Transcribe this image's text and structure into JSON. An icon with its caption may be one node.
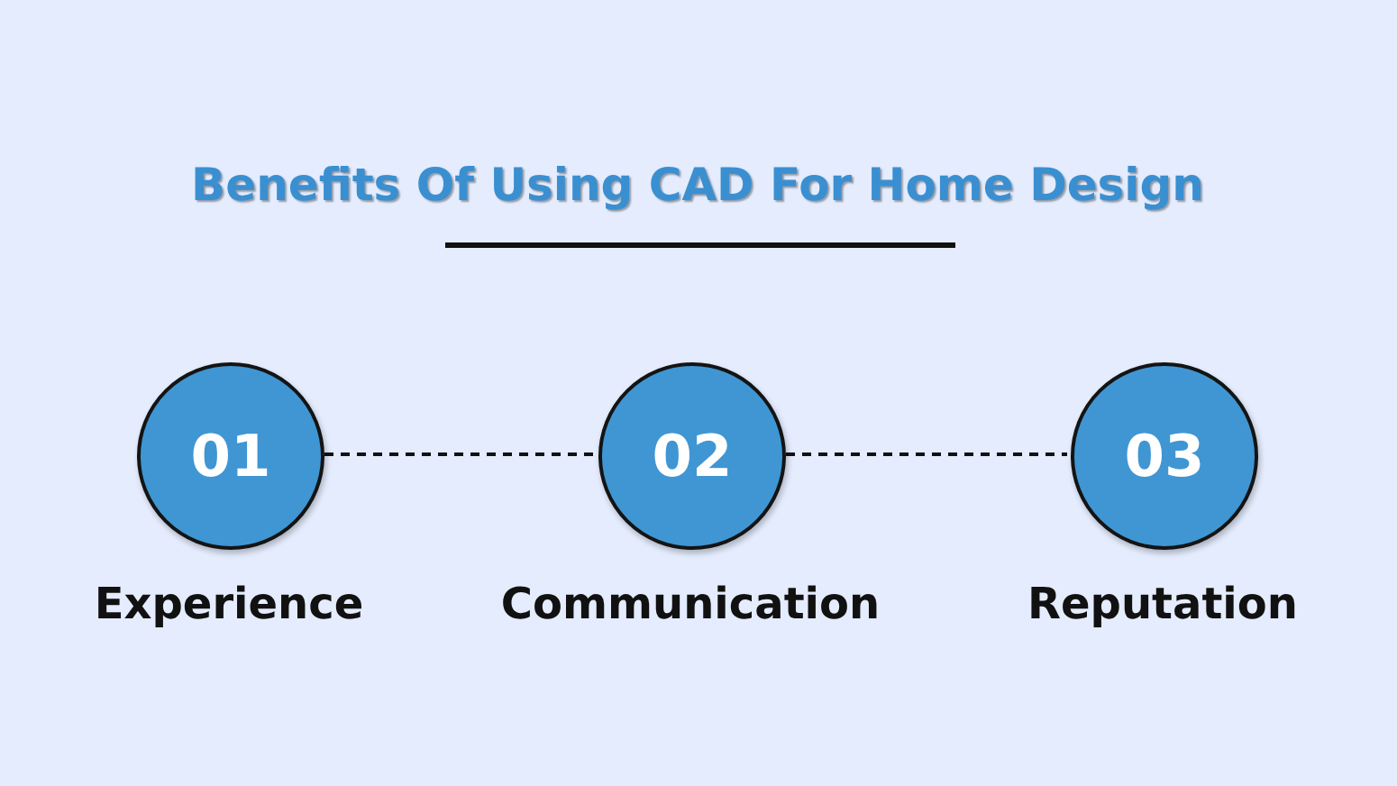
{
  "diagram": {
    "title": "Benefits Of Using CAD For Home Design",
    "nodes": [
      {
        "text": [
          "01"
        ],
        "beside": [
          "Experience"
        ]
      },
      {
        "text": [
          "02"
        ],
        "beside": [
          "Communication"
        ]
      },
      {
        "text": [
          "03"
        ],
        "beside": [
          "Reputation"
        ]
      }
    ],
    "edges": [
      {
        "from": 0,
        "to": 1,
        "arrow": "none",
        "style": "dashed"
      },
      {
        "from": 1,
        "to": 2,
        "arrow": "none",
        "style": "dashed"
      }
    ]
  }
}
